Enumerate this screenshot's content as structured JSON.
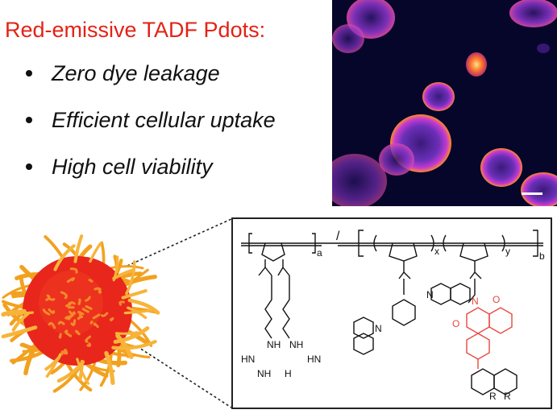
{
  "title": "Red-emissive TADF Pdots:",
  "bullets": [
    {
      "text": "Zero dye leakage"
    },
    {
      "text": "Efficient cellular uptake"
    },
    {
      "text": "High cell viability"
    }
  ],
  "structure": {
    "sub_a": "a",
    "sub_x": "x",
    "sub_y": "y",
    "sub_b": "b",
    "slash": "/",
    "amine_nh": "NH",
    "amine_hn": "HN",
    "amine_nh2": "NH",
    "amine_h2n": "H",
    "amine_nh_b": "NH",
    "amine_hn_b": "HN",
    "n_label": "N",
    "n_label2": "N",
    "n_imide": "N",
    "o_label": "O",
    "o_label2": "O",
    "r_label1": "R",
    "r_label2": "R"
  },
  "colors": {
    "title_red": "#e32216",
    "dye_red": "#e8473f",
    "micrograph_bg": "#06062b",
    "cell_purple": "#6b2fb8",
    "cell_magenta": "#c43ad0",
    "cell_orange": "#ff8a2a",
    "particle_core": "#e8261c",
    "particle_hair": "#f2a11f"
  },
  "icons": {
    "micrograph": "fluorescence-micrograph-image",
    "particle": "pdot-nanoparticle-illustration"
  }
}
